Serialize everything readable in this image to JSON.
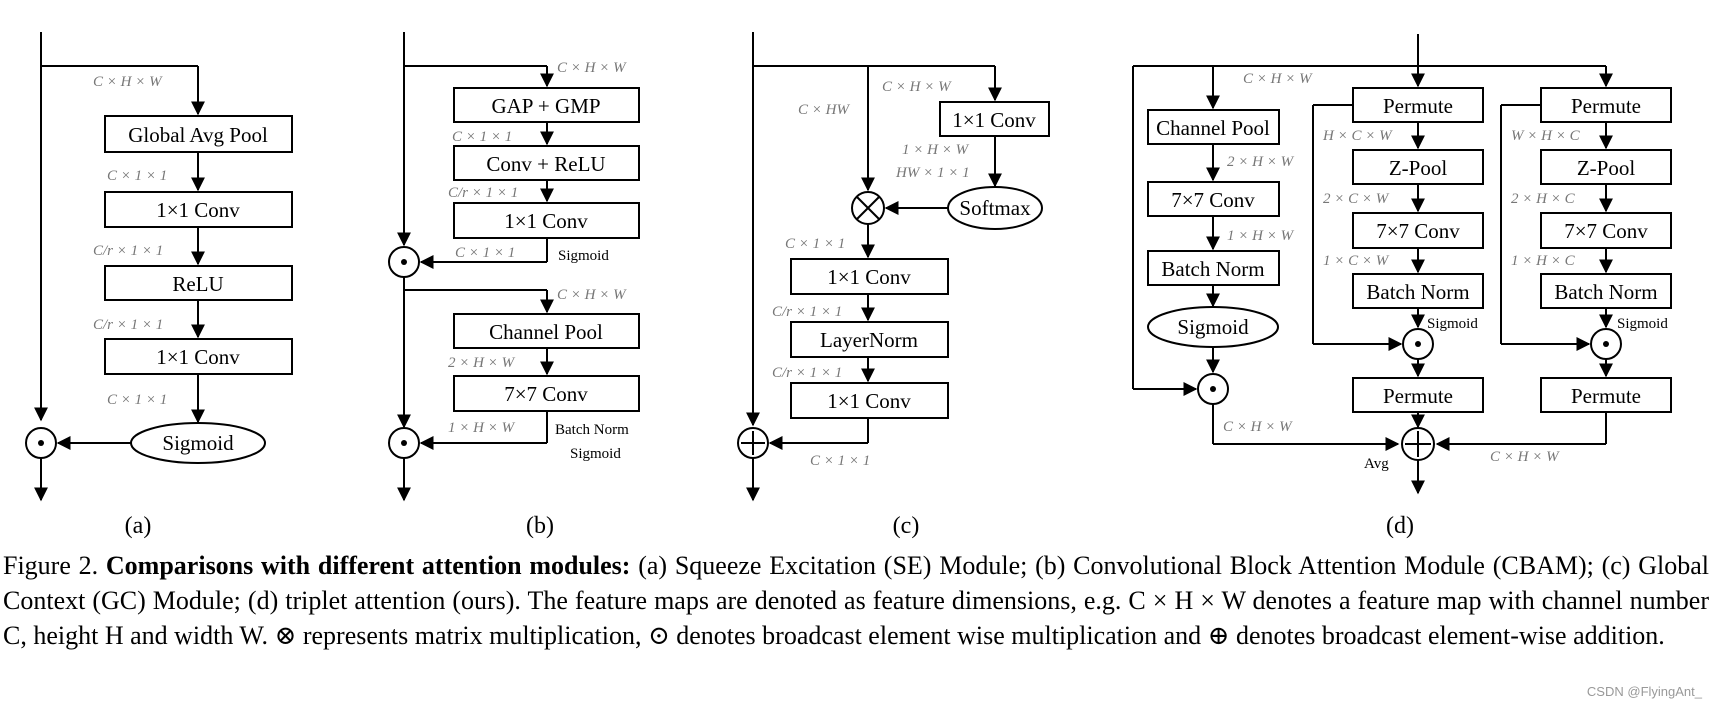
{
  "panels": {
    "a": {
      "sublabel": "(a)",
      "boxes": [
        "Global Avg Pool",
        "1×1 Conv",
        "ReLU",
        "1×1 Conv"
      ],
      "ellipse": "Sigmoid",
      "dims": [
        "C × H × W",
        "C × 1 × 1",
        "C/r × 1 × 1",
        "C/r × 1 × 1",
        "C × 1 × 1"
      ]
    },
    "b": {
      "sublabel": "(b)",
      "boxes": [
        "GAP + GMP",
        "Conv + ReLU",
        "1×1 Conv",
        "Channel Pool",
        "7×7 Conv"
      ],
      "notes": [
        "Sigmoid",
        "Batch Norm",
        "Sigmoid"
      ],
      "dims": [
        "C × H × W",
        "C × 1 × 1",
        "C/r × 1 × 1",
        "C × 1 × 1",
        "C × H × W",
        "2 × H × W",
        "1 × H × W"
      ]
    },
    "c": {
      "sublabel": "(c)",
      "boxes": [
        "1×1 Conv",
        "1×1 Conv",
        "LayerNorm",
        "1×1 Conv"
      ],
      "ellipse": "Softmax",
      "dims": [
        "C × HW",
        "C × H × W",
        "1 × H × W",
        "HW × 1 × 1",
        "C × 1 × 1",
        "C/r × 1 × 1",
        "C/r × 1 × 1",
        "C × 1 × 1"
      ]
    },
    "d": {
      "sublabel": "(d)",
      "boxes": [
        "Channel Pool",
        "7×7 Conv",
        "Batch Norm",
        "Permute",
        "Z-Pool",
        "7×7 Conv",
        "Batch Norm",
        "Permute",
        "Permute",
        "Z-Pool",
        "7×7 Conv",
        "Batch Norm",
        "Permute"
      ],
      "ellipse": "Sigmoid",
      "notes": [
        "Sigmoid",
        "Sigmoid",
        "Avg"
      ],
      "dims": [
        "C × H × W",
        "2 × H × W",
        "1 × H × W",
        "H × C × W",
        "2 × C × W",
        "1 × C × W",
        "W × H × C",
        "2 × H × C",
        "1 × H × C",
        "C × H × W",
        "C × H × W"
      ]
    }
  },
  "caption": {
    "prefix": "Figure 2.",
    "title": "Comparisons with different attention modules:",
    "body": " (a) Squeeze Excitation (SE) Module; (b) Convolutional Block Attention Module (CBAM); (c) Global Context (GC) Module; (d) triplet attention (ours). The feature maps are denoted as feature dimensions, e.g. C × H × W denotes a feature map with channel number C, height H and width W. ⊗ represents matrix multiplication, ⊙ denotes broadcast element wise multiplication and ⊕ denotes broadcast element-wise addition."
  },
  "watermark": "CSDN @FlyingAnt_"
}
